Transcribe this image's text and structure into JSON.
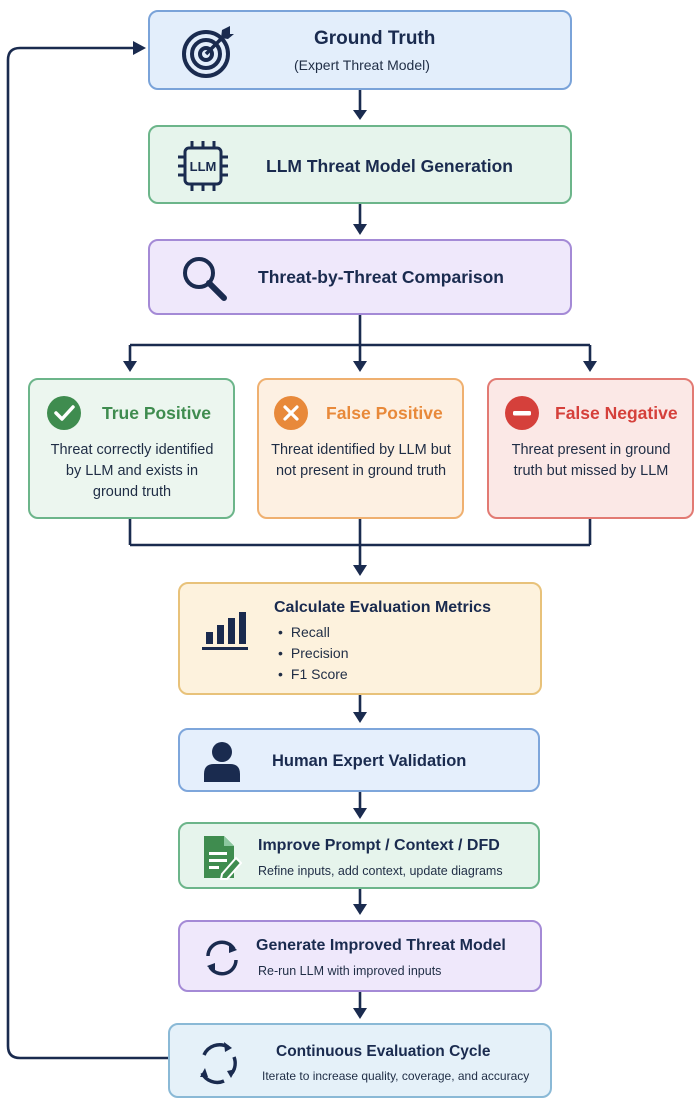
{
  "steps": {
    "ground_truth": {
      "title": "Ground Truth",
      "subtitle": "(Expert Threat Model)"
    },
    "llm_generation": {
      "title": "LLM Threat Model Generation",
      "chip_label": "LLM"
    },
    "comparison": {
      "title": "Threat-by-Threat Comparison"
    },
    "metrics": {
      "title": "Calculate Evaluation Metrics",
      "items": [
        "Recall",
        "Precision",
        "F1 Score"
      ]
    },
    "human_validation": {
      "title": "Human Expert Validation"
    },
    "improve_prompt": {
      "title": "Improve Prompt / Context / DFD",
      "subtitle": "Refine inputs, add context, update diagrams"
    },
    "generate_improved": {
      "title": "Generate Improved Threat Model",
      "subtitle": "Re-run LLM with improved inputs"
    },
    "continuous_cycle": {
      "title": "Continuous Evaluation Cycle",
      "subtitle": "Iterate to increase quality, coverage, and accuracy"
    }
  },
  "outcomes": [
    {
      "title": "True Positive",
      "description": "Threat correctly identified by LLM and exists in ground truth",
      "icon": "check-circle-icon",
      "color": "#3f8c4f"
    },
    {
      "title": "False Positive",
      "description": "Threat identified by LLM but not present in ground truth",
      "icon": "x-circle-icon",
      "color": "#e8893a"
    },
    {
      "title": "False Negative",
      "description": "Threat present in ground truth but missed by LLM",
      "icon": "minus-circle-icon",
      "color": "#d5403b"
    }
  ],
  "colors": {
    "navy": "#1a2b4f",
    "blue_fill": "#e3eefb",
    "blue_border": "#7aa3d9",
    "green_fill": "#e6f4ec",
    "green_border": "#6cb58a",
    "purple_fill": "#efe8fb",
    "purple_border": "#a48ad6",
    "yellow_fill": "#fdf2dd",
    "yellow_border": "#e8c27a",
    "human_fill": "#e5effc",
    "human_border": "#7ea6db",
    "cycle_fill": "#e5f1f9",
    "cycle_border": "#8ab9d6"
  }
}
